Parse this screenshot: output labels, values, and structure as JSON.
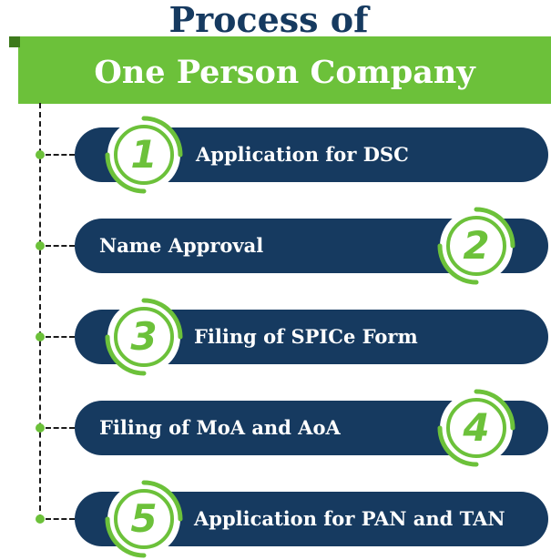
{
  "title": "Process of",
  "banner": "One Person Company",
  "steps": [
    {
      "number": "1",
      "label": "Application for DSC"
    },
    {
      "number": "2",
      "label": "Name Approval"
    },
    {
      "number": "3",
      "label": "Filing of SPICe Form"
    },
    {
      "number": "4",
      "label": "Filing of MoA and AoA"
    },
    {
      "number": "5",
      "label": "Application for PAN and TAN"
    }
  ],
  "colors": {
    "navy": "#163a60",
    "green": "#6cc13a",
    "white": "#ffffff"
  }
}
